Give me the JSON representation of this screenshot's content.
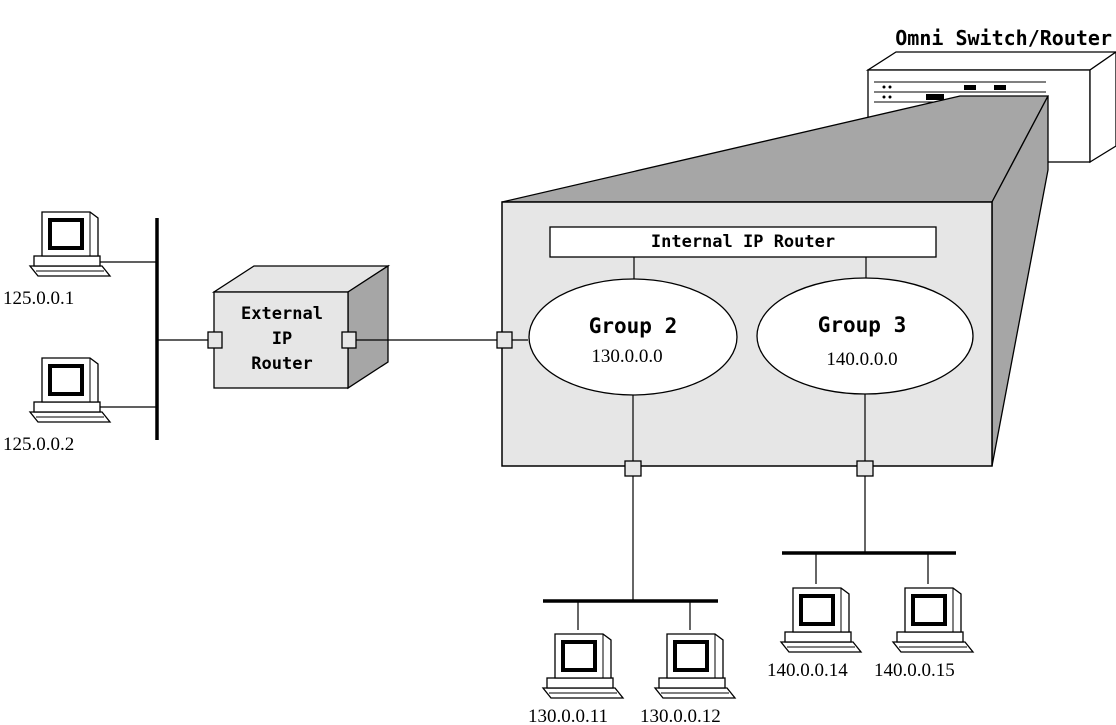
{
  "device_title": "Omni Switch/Router",
  "internal_router": "Internal IP Router",
  "external_router": {
    "line1": "External",
    "line2": "IP",
    "line3": "Router"
  },
  "groups": [
    {
      "name": "Group 2",
      "network": "130.0.0.0"
    },
    {
      "name": "Group 3",
      "network": "140.0.0.0"
    }
  ],
  "hosts": {
    "left_top": "125.0.0.1",
    "left_bottom": "125.0.0.2",
    "g2_left": "130.0.0.11",
    "g2_right": "130.0.0.12",
    "g3_left": "140.0.0.14",
    "g3_right": "140.0.0.15"
  },
  "icons": {
    "workstation": "computer-icon",
    "port": "port-icon",
    "chassis": "switch-chassis-icon"
  },
  "colors": {
    "box_fill": "#e6e6e6",
    "box_shadow": "#a6a6a6",
    "line": "#000000"
  }
}
